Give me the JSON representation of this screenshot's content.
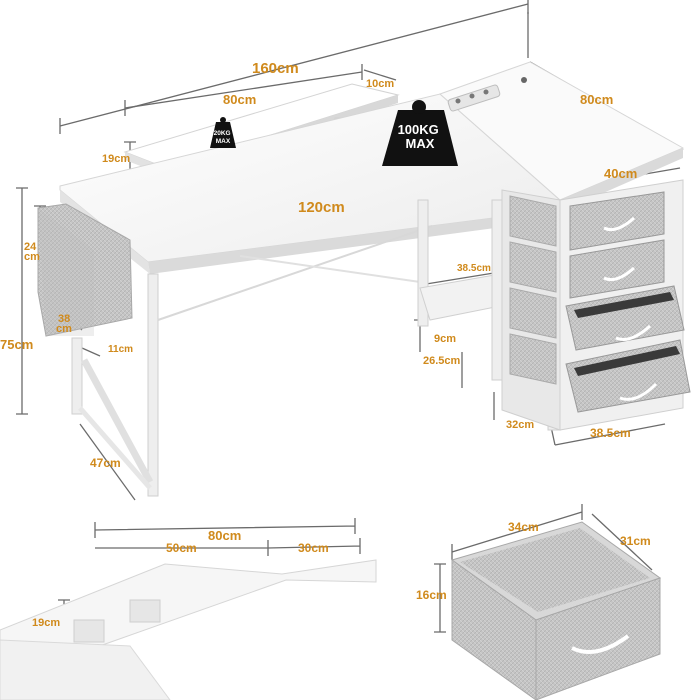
{
  "dimensions": {
    "total_length": "160cm",
    "monitor_width": "80cm",
    "monitor_depth": "10cm",
    "side_depth": "80cm",
    "monitor_height": "19cm",
    "main_length": "120cm",
    "drawer_width": "40cm",
    "bag_height": "24\ncm",
    "bag_depth": "38\ncm",
    "bag_width": "11cm",
    "desk_height": "75cm",
    "desk_depth": "47cm",
    "shelf_width": "38.5cm",
    "shelf_height": "9cm",
    "shelf_depth": "26.5cm",
    "cabinet_height": "32cm",
    "cabinet_width": "38.5cm"
  },
  "badges": {
    "monitor_capacity": "20KG\nMAX",
    "desk_capacity": "100KG\nMAX"
  },
  "detail_stand": {
    "total": "80cm",
    "left": "50cm",
    "right": "30cm",
    "height": "19cm"
  },
  "detail_drawer": {
    "width": "34cm",
    "depth": "31cm",
    "height": "16cm"
  },
  "colors": {
    "accent": "#d08a1c",
    "desk": "#f4f4f4",
    "fabric": "#c9c9c9",
    "badge": "#111111"
  }
}
